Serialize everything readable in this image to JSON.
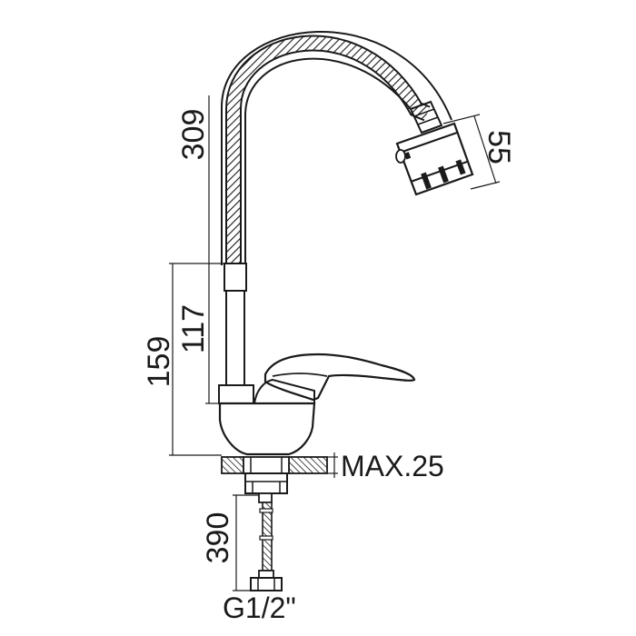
{
  "dimensions": {
    "spout_height": "309",
    "body_height": "117",
    "total_height": "159",
    "aerator_size": "55",
    "max_countertop": "MAX.25",
    "hose_length": "390",
    "connection_thread": "G1/2\""
  },
  "colors": {
    "stroke": "#1a1a1a",
    "background": "#ffffff",
    "hatch": "#1a1a1a"
  }
}
